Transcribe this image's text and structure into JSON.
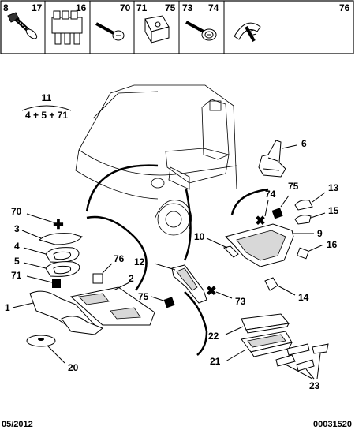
{
  "header_parts": [
    {
      "a": "8",
      "b": "17",
      "icon": "bolt-washer-icon"
    },
    {
      "a": "16",
      "b": "",
      "icon": "multi-clip-icon"
    },
    {
      "a": "70",
      "b": "",
      "icon": "screw-icon"
    },
    {
      "a": "71",
      "b": "75",
      "icon": "square-nut-clip-icon"
    },
    {
      "a": "73",
      "b": "74",
      "icon": "screw-washer-icon"
    },
    {
      "a": "76",
      "b": "",
      "icon": "push-rivet-icon"
    }
  ],
  "formula": {
    "top": "11",
    "bottom": "4 + 5 + 71"
  },
  "callouts": {
    "c6": "6",
    "c13": "13",
    "c15": "15",
    "c74": "74",
    "c75a": "75",
    "c10": "10",
    "c9": "9",
    "c16": "16",
    "c14": "14",
    "c70": "70",
    "c3": "3",
    "c4": "4",
    "c5": "5",
    "c71": "71",
    "c76": "76",
    "c2": "2",
    "c1": "1",
    "c20": "20",
    "c12": "12",
    "c75b": "75",
    "c73": "73",
    "c22": "22",
    "c21": "21",
    "c23": "23"
  },
  "footer": {
    "date": "05/2012",
    "ref": "00031520"
  }
}
